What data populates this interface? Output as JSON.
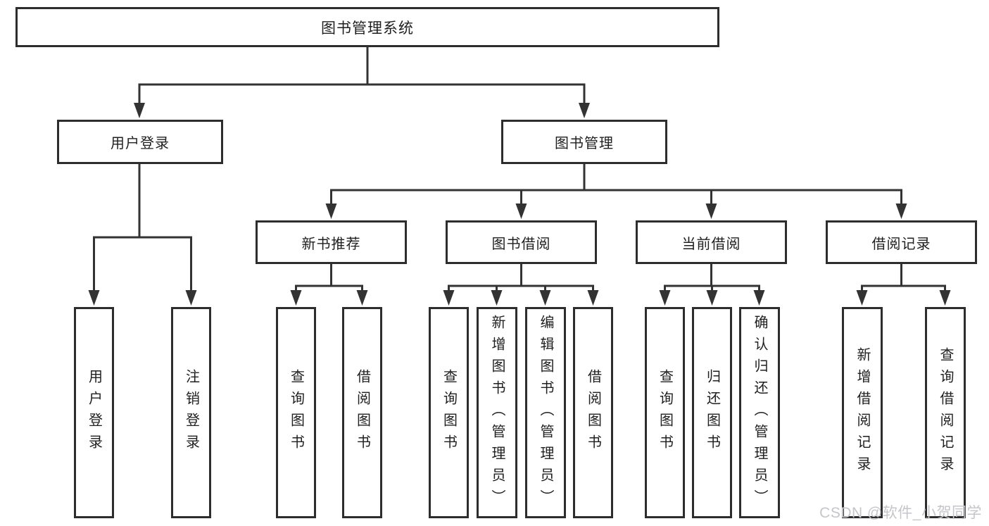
{
  "tree": {
    "label": "图书管理系统",
    "children": [
      {
        "label": "用户登录",
        "children": [
          {
            "label": "用户登录"
          },
          {
            "label": "注销登录"
          }
        ]
      },
      {
        "label": "图书管理",
        "children": [
          {
            "label": "新书推荐",
            "children": [
              {
                "label": "查询图书"
              },
              {
                "label": "借阅图书"
              }
            ]
          },
          {
            "label": "图书借阅",
            "children": [
              {
                "label": "查询图书"
              },
              {
                "label": "新增图书（管理员）"
              },
              {
                "label": "编辑图书（管理员）"
              },
              {
                "label": "借阅图书"
              }
            ]
          },
          {
            "label": "当前借阅",
            "children": [
              {
                "label": "查询图书"
              },
              {
                "label": "归还图书"
              },
              {
                "label": "确认归还（管理员）"
              }
            ]
          },
          {
            "label": "借阅记录",
            "children": [
              {
                "label": "新增借阅记录"
              },
              {
                "label": "查询借阅记录"
              }
            ]
          }
        ]
      }
    ]
  },
  "watermark": "CSDN @软件_小贺同学",
  "colors": {
    "line": "#333333",
    "border": "#2d2d2d",
    "text": "#1f1f1f",
    "watermark": "#c6c6ca",
    "background": "#ffffff"
  }
}
